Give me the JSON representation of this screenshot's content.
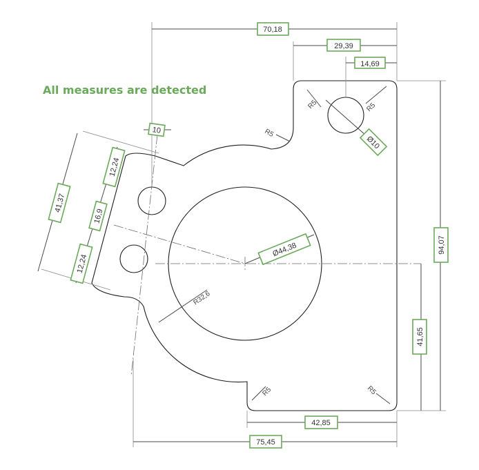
{
  "caption": "All measures are detected",
  "colors": {
    "highlight": "#6aaa5a",
    "line": "#4a4a4a",
    "outline": "#1e1e1e"
  },
  "dimensions": {
    "overall_width_top": "70,18",
    "tab_offset": "29,39",
    "hole_offset": "14,69",
    "small_hole_width": "10",
    "top_hole_spacing": "12,24",
    "overall_height_left": "41,37",
    "hole_pitch": "16,9",
    "bottom_hole_spacing": "12,24",
    "bore_diameter": "Ø44,38",
    "corner_hole_diameter": "Ø10",
    "overall_height_right": "94,07",
    "center_height": "41,65",
    "base_width": "42,85",
    "overall_width_bottom": "75,45"
  },
  "radii": {
    "r5_a": "R5",
    "r5_b": "R5",
    "r5_c": "R5",
    "r5_d": "R5",
    "r5_e": "R5",
    "r32": "R32,6"
  }
}
